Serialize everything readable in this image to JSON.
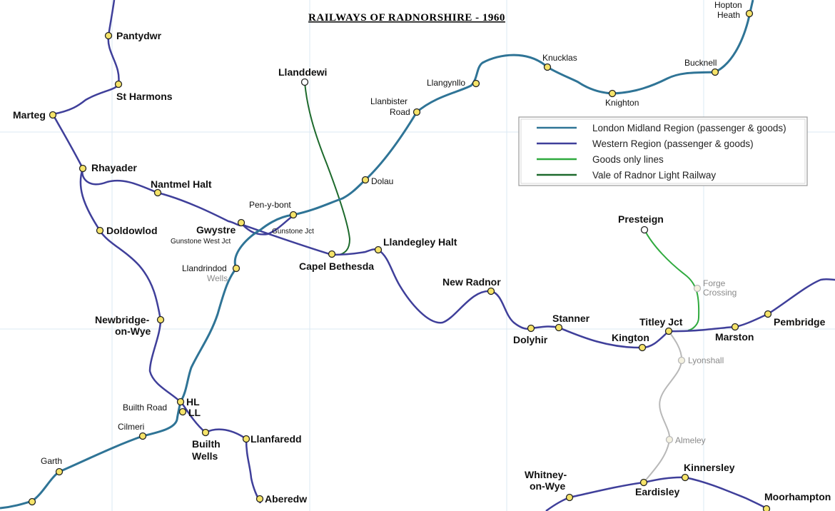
{
  "title": "RAILWAYS OF RADNORSHIRE - 1960",
  "colors": {
    "london_midland": "#2f7496",
    "western": "#3f3f9a",
    "goods_only": "#2faa3e",
    "vale_of_radnor": "#1d6a2c",
    "closed": "#b8b8b8",
    "station_fill": "#f6e46a",
    "grid": "#dbe9f3"
  },
  "legend": {
    "items": [
      {
        "label": "London Midland Region (passenger & goods)",
        "color_key": "london_midland"
      },
      {
        "label": "Western Region (passenger & goods)",
        "color_key": "western"
      },
      {
        "label": "Goods only lines",
        "color_key": "goods_only"
      },
      {
        "label": "Vale of Radnor Light Railway",
        "color_key": "vale_of_radnor"
      }
    ]
  },
  "stations": {
    "pantydwr": "Pantydwr",
    "st_harmons": "St Harmons",
    "marteg": "Marteg",
    "rhayader": "Rhayader",
    "nantmel_halt": "Nantmel Halt",
    "doldowlod": "Doldowlod",
    "gwystre": "Gwystre",
    "gunstone_west_jct": "Gunstone West Jct",
    "gunstone_jct": "Gunstone Jct",
    "pen_y_bont": "Pen-y-bont",
    "capel_bethesda": "Capel Bethesda",
    "llandegley_halt": "Llandegley Halt",
    "llanddewi": "Llanddewi",
    "llanbister_road_1": "Llanbister",
    "llanbister_road_2": "Road",
    "dolau": "Dolau",
    "llangynllo": "Llangynllo",
    "knucklas": "Knucklas",
    "knighton": "Knighton",
    "bucknell": "Bucknell",
    "hopton_heath_1": "Hopton",
    "hopton_heath_2": "Heath",
    "llandrindod_1": "Llandrindod",
    "llandrindod_2": "Wells",
    "newbridge_1": "Newbridge-",
    "newbridge_2": "on-Wye",
    "hl": "HL",
    "ll": "LL",
    "builth_road": "Builth Road",
    "cilmeri": "Cilmeri",
    "garth": "Garth",
    "builth_wells_1": "Builth",
    "builth_wells_2": "Wells",
    "llanfaredd": "Llanfaredd",
    "aberedw": "Aberedw",
    "new_radnor": "New Radnor",
    "dolyhir": "Dolyhir",
    "stanner": "Stanner",
    "kington": "Kington",
    "titley_jct": "Titley Jct",
    "marston": "Marston",
    "pembridge": "Pembridge",
    "presteign": "Presteign",
    "forge_crossing_1": "Forge",
    "forge_crossing_2": "Crossing",
    "lyonshall": "Lyonshall",
    "almeley": "Almeley",
    "whitney_1": "Whitney-",
    "whitney_2": "on-Wye",
    "kinnersley": "Kinnersley",
    "eardisley": "Eardisley",
    "moorhampton": "Moorhampton"
  }
}
